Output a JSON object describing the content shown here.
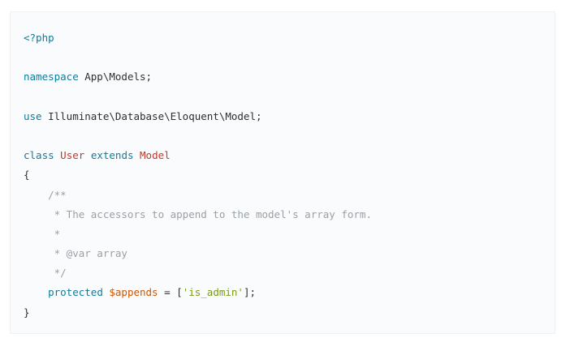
{
  "code": {
    "php_open": "<?php",
    "namespace_kw": "namespace",
    "namespace_val": " App\\Models;",
    "use_kw": "use",
    "use_val": " Illuminate\\Database\\Eloquent\\Model;",
    "class_kw": "class",
    "class_name": "User",
    "extends_kw": "extends",
    "parent_class": "Model",
    "brace_open": "{",
    "doc_start": "    /**",
    "doc_line1": "     * The accessors to append to the model's array form.",
    "doc_line2": "     *",
    "doc_line3": "     * @var array",
    "doc_end": "     */",
    "prop_kw": "protected",
    "prop_var": "$appends",
    "prop_eq": " = [",
    "prop_val": "'is_admin'",
    "prop_close": "];",
    "brace_close": "}"
  }
}
